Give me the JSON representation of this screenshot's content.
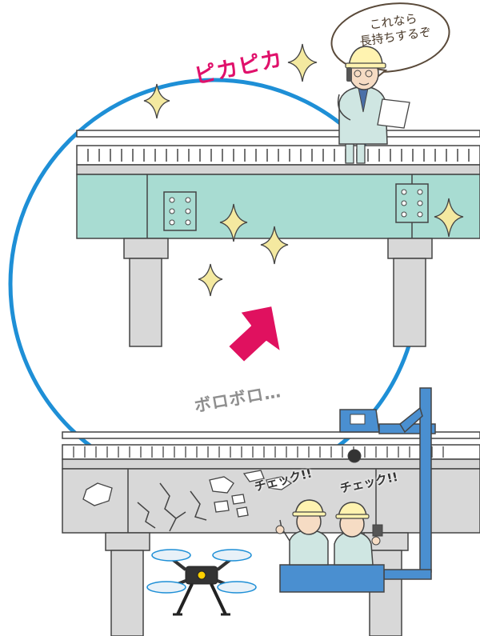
{
  "labels": {
    "sparkle": "ピカピカ",
    "worn": "ボロボロ…",
    "speech_line1": "これなら",
    "speech_line2": "長持ちするぞ",
    "check_left": "チェック!!",
    "check_right": "チェック!!"
  },
  "colors": {
    "circle": "#1e8fd6",
    "girder_new": "#a8dcd2",
    "girder_old": "#d8d8d8",
    "arrow": "#e0115f",
    "sparkle": "#f4e9a0",
    "lift": "#4a8fd0",
    "helmet": "#fff3b0",
    "uniform": "#cfe6e2"
  }
}
